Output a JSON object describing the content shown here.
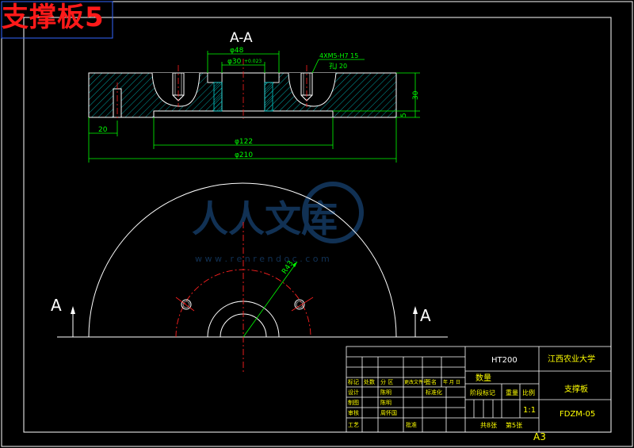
{
  "header_title": "支撑板5",
  "section_label": "A-A",
  "section_marker_left": "A",
  "section_marker_right": "A",
  "dims": {
    "d48": "φ48",
    "tol": "+0.023",
    "tol2": "0",
    "d30": "φ30",
    "hole_note1": "4XM5-H7 15",
    "hole_note2": "孔J 20",
    "h30": "30",
    "h5": "5",
    "w20": "20",
    "d122": "φ122",
    "d210": "φ210",
    "r43": "R43"
  },
  "watermark": {
    "brand": "人人文库",
    "url": "w w w . r e n r e n d o c . c o m"
  },
  "title_block": {
    "material": "HT200",
    "school": "江西农业大学",
    "part_name": "支撑板",
    "drawing_no": "FDZM-05",
    "scale": "1:1",
    "qty_label": "数量",
    "stage_label": "阶段标记",
    "weight_label": "重量",
    "ratio_label": "比例",
    "sheets_total": "共8张",
    "sheet_no": "第5张",
    "row_labels": [
      "标记",
      "处数",
      "分 区",
      "更改文件号",
      "签名",
      "年 月 日"
    ],
    "design": "设计",
    "draw": "制图",
    "check": "审核",
    "process": "工艺",
    "std": "标准化",
    "approve": "批准",
    "p1": "陈明",
    "p2": "陈明",
    "p3": "周怀国",
    "std_name": "标准化"
  },
  "paper_size": "A3",
  "colors": {
    "frame": "#ffffff",
    "green": "#00ff00",
    "red": "#ff2020",
    "cyan": "#00cccc",
    "yellow": "#ffff00",
    "title": "#ff1a1a"
  }
}
